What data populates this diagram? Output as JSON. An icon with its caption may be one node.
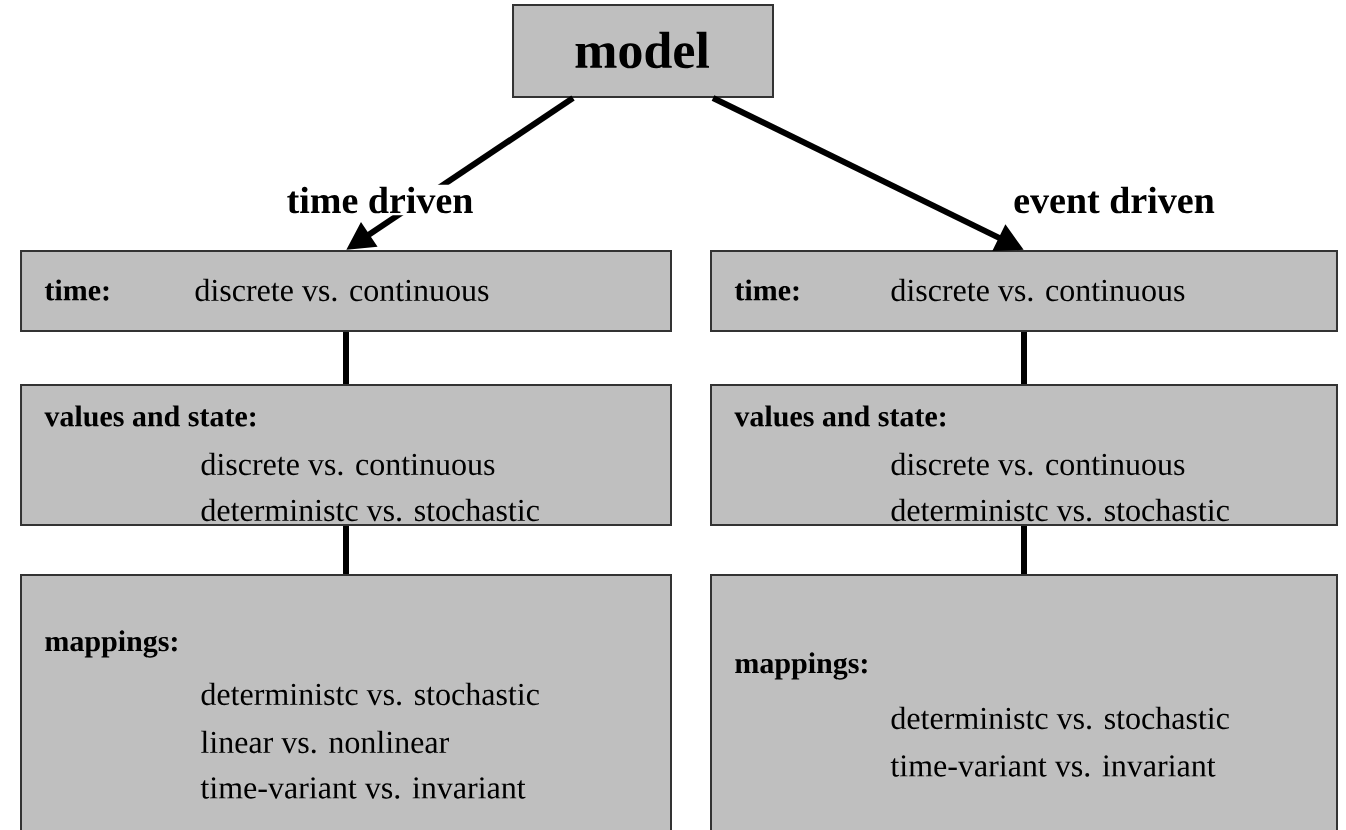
{
  "diagram": {
    "nodes": [
      {
        "text": [
          "model"
        ]
      },
      {
        "text": [
          "time:",
          "discrete vs. continuous"
        ]
      },
      {
        "text": [
          "values and state:",
          "discrete vs. continuous",
          "deterministc vs. stochastic"
        ]
      },
      {
        "text": [
          "mappings:",
          "deterministc vs. stochastic",
          "linear vs. nonlinear",
          "time-variant vs. invariant"
        ]
      },
      {
        "text": [
          "time:",
          "discrete vs. continuous"
        ]
      },
      {
        "text": [
          "values and state:",
          "discrete vs. continuous",
          "deterministc vs. stochastic"
        ]
      },
      {
        "text": [
          "mappings:",
          "deterministc vs. stochastic",
          "time-variant vs. invariant"
        ]
      }
    ],
    "edges": [
      {
        "from": 0,
        "to": 1,
        "arrow": "to",
        "label": "time driven"
      },
      {
        "from": 0,
        "to": 4,
        "arrow": "to",
        "label": "event driven"
      },
      {
        "from": 1,
        "to": 2,
        "arrow": "none"
      },
      {
        "from": 2,
        "to": 3,
        "arrow": "none"
      },
      {
        "from": 4,
        "to": 5,
        "arrow": "none"
      },
      {
        "from": 5,
        "to": 6,
        "arrow": "none"
      }
    ]
  }
}
